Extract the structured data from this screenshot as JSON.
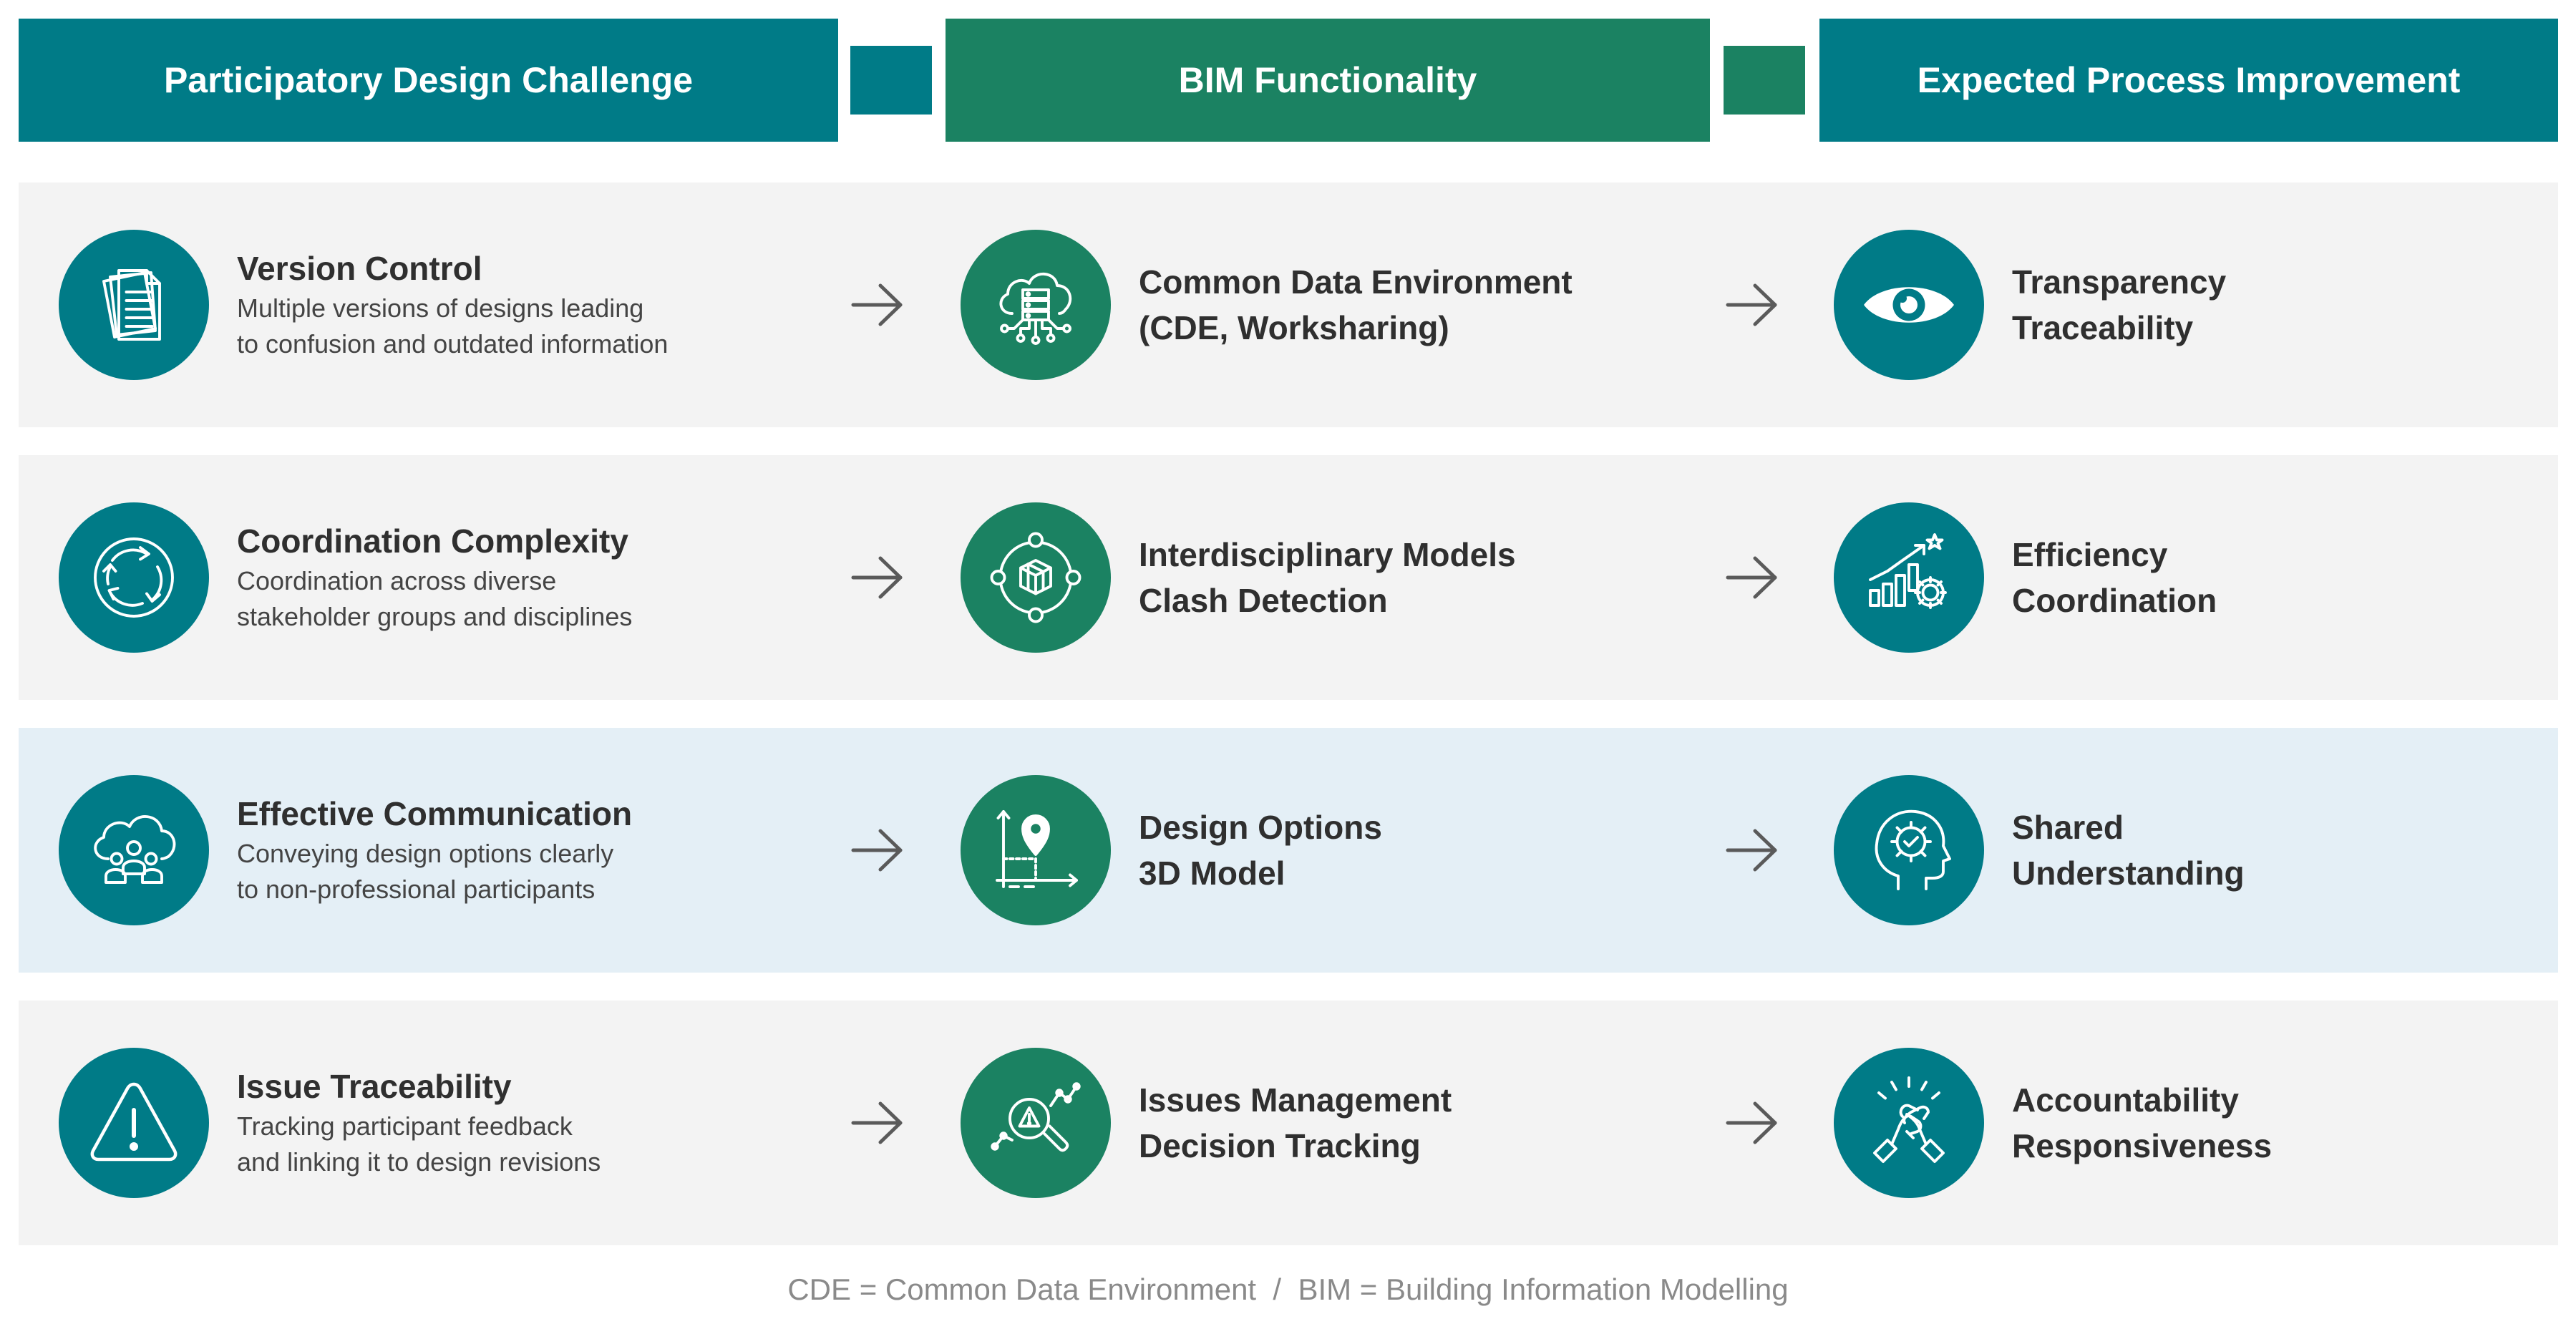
{
  "headers": {
    "challenge": "Participatory Design Challenge",
    "bim": "BIM Functionality",
    "improvement": "Expected Process Improvement"
  },
  "colors": {
    "teal": "#007b87",
    "green": "#1b8262",
    "row_bg": "#f3f3f3",
    "row_highlight_bg": "#e4eff6",
    "text": "#333333"
  },
  "rows": [
    {
      "challenge_icon": "documents-icon",
      "challenge_title": "Version Control",
      "challenge_desc_1": "Multiple versions of designs leading",
      "challenge_desc_2": "to confusion and outdated information",
      "bim_icon": "cloud-server-icon",
      "bim_line_1": "Common Data Environment",
      "bim_line_2": "(CDE, Worksharing)",
      "improvement_icon": "eye-icon",
      "improvement_line_1": "Transparency",
      "improvement_line_2": "Traceability"
    },
    {
      "challenge_icon": "cycle-arrows-icon",
      "challenge_title": "Coordination Complexity",
      "challenge_desc_1": "Coordination across diverse",
      "challenge_desc_2": "stakeholder groups and disciplines",
      "bim_icon": "cube-network-icon",
      "bim_line_1": "Interdisciplinary Models",
      "bim_line_2": "Clash Detection",
      "improvement_icon": "growth-chart-gear-icon",
      "improvement_line_1": "Efficiency",
      "improvement_line_2": "Coordination"
    },
    {
      "challenge_icon": "cloud-people-icon",
      "challenge_title": "Effective Communication",
      "challenge_desc_1": "Conveying design options clearly",
      "challenge_desc_2": "to non-professional participants",
      "bim_icon": "location-pin-axes-icon",
      "bim_line_1": "Design Options",
      "bim_line_2": "3D Model",
      "improvement_icon": "head-gear-check-icon",
      "improvement_line_1": "Shared",
      "improvement_line_2": "Understanding"
    },
    {
      "challenge_icon": "warning-triangle-icon",
      "challenge_title": "Issue Traceability",
      "challenge_desc_1": "Tracking participant feedback",
      "challenge_desc_2": "and linking it to design revisions",
      "bim_icon": "magnifier-warning-icon",
      "bim_line_1": "Issues Management",
      "bim_line_2": "Decision Tracking",
      "improvement_icon": "handshake-icon",
      "improvement_line_1": "Accountability",
      "improvement_line_2": "Responsiveness"
    }
  ],
  "footer": "CDE = Common Data Environment  /  BIM = Building Information Modelling"
}
